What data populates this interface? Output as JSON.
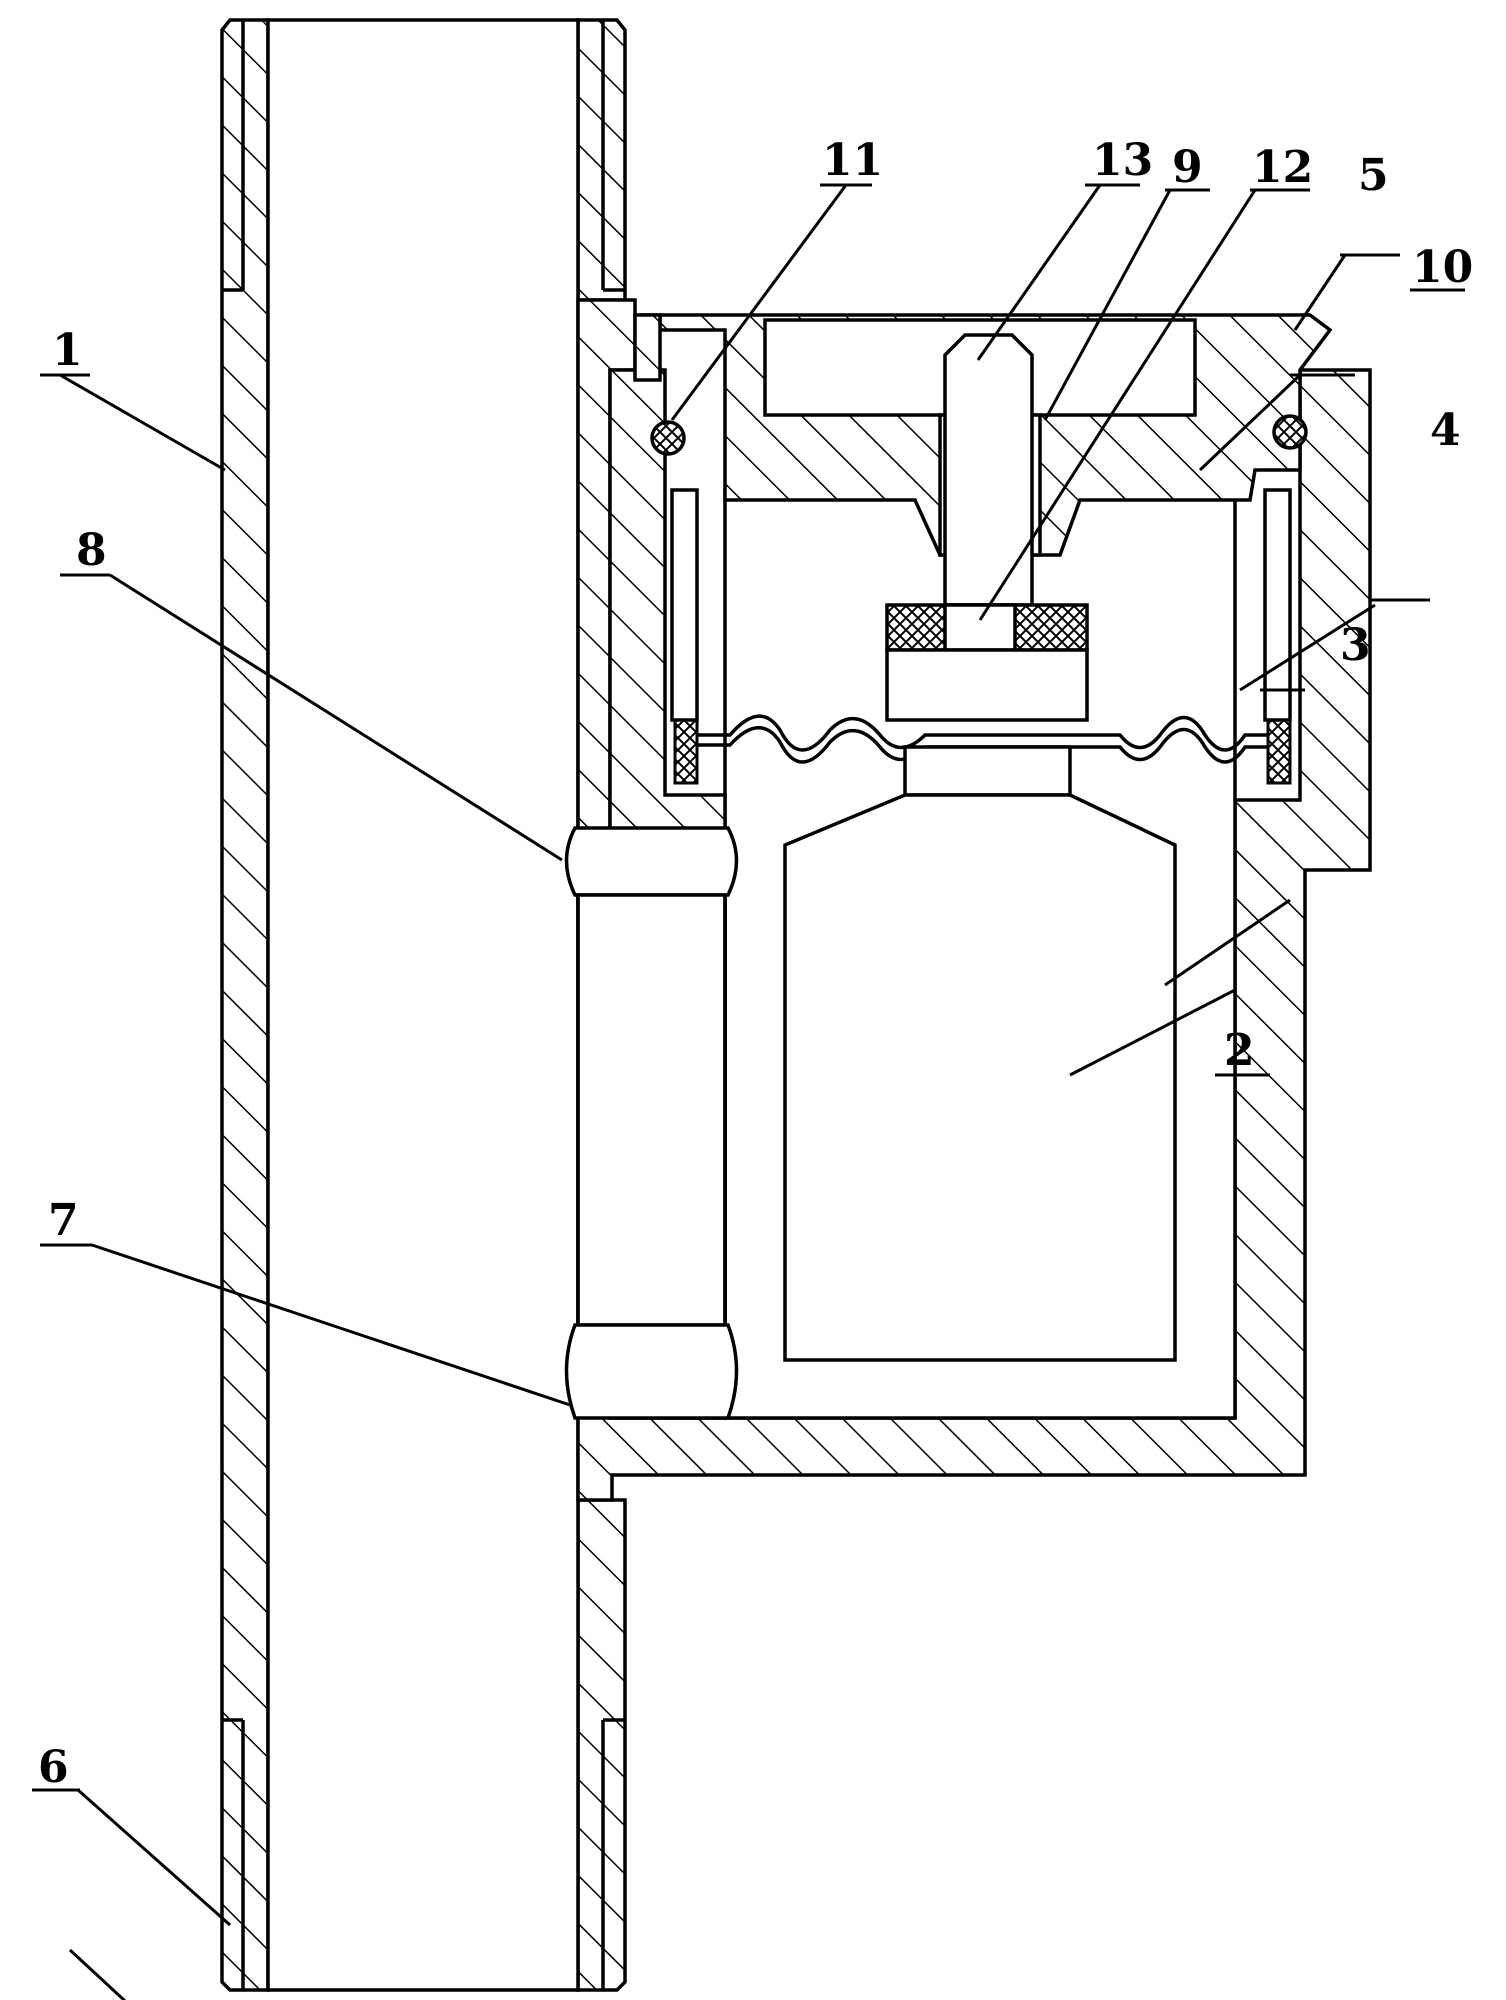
{
  "figure": {
    "labels": {
      "l1": "1",
      "l2": "2",
      "l3": "3",
      "l4": "4",
      "l5": "5",
      "l6": "6",
      "l7": "7",
      "l8": "8",
      "l9": "9",
      "l10": "10",
      "l11": "11",
      "l12": "12",
      "l13": "13"
    }
  }
}
